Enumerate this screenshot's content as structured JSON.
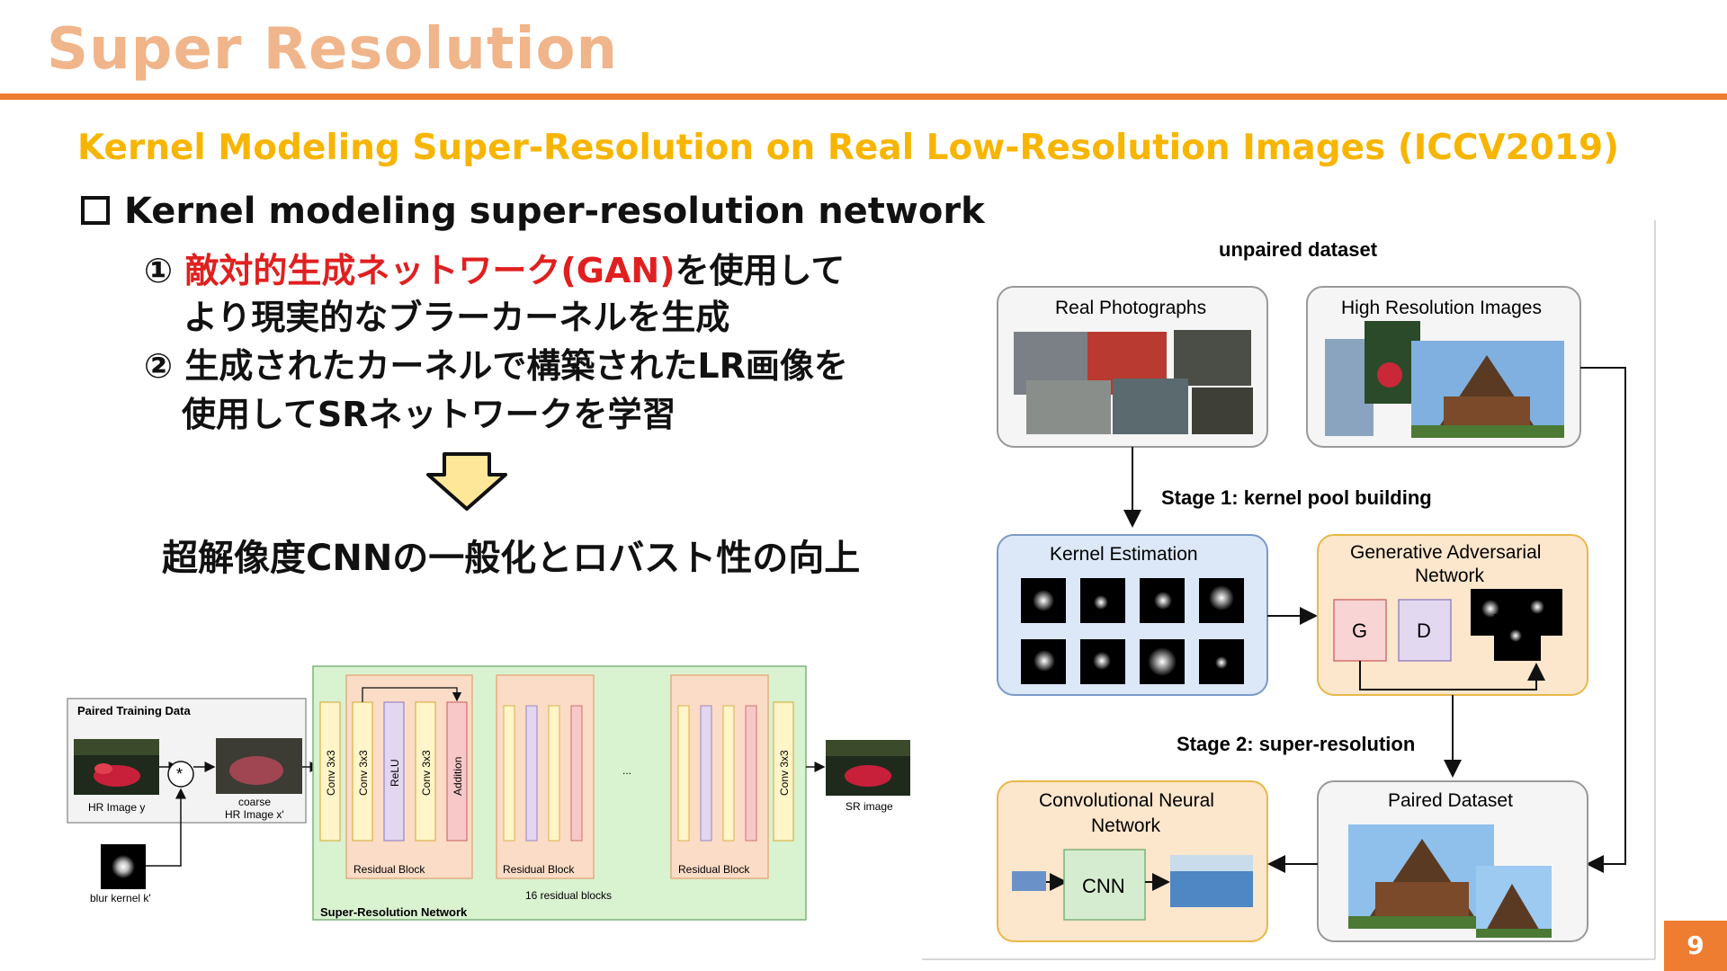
{
  "slide": {
    "title": "Super Resolution",
    "subtitle": "Kernel Modeling Super-Resolution on Real Low-Resolution Images (ICCV2019)",
    "bullet_heading": "Kernel modeling super-resolution network",
    "point1_num": "①",
    "point1_red": "敵対的生成ネットワーク(GAN)",
    "point1_rest": "を使用して",
    "point1_line2": "より現実的なブラーカーネルを生成",
    "point2_num": "②",
    "point2_line1": "生成されたカーネルで構築されたLR画像を",
    "point2_line2": "使用してSRネットワークを学習",
    "result": "超解像度CNNの一般化とロバスト性の向上",
    "page_number": "9"
  },
  "left_diagram": {
    "paired_training_data": "Paired Training Data",
    "hr_image": "HR Image y",
    "coarse": "coarse",
    "coarse_hr": "HR Image x'",
    "blur_kernel": "blur kernel k'",
    "conv": "Conv 3x3",
    "relu": "ReLU",
    "addition": "Addition",
    "residual_block": "Residual Block",
    "ellipsis": "...",
    "residual_count": "16 residual blocks",
    "network": "Super-Resolution Network",
    "sr_image": "SR image",
    "operator": "*"
  },
  "right_diagram": {
    "unpaired": "unpaired dataset",
    "real_photos": "Real Photographs",
    "hr_images": "High Resolution Images",
    "stage1": "Stage 1: kernel pool building",
    "kernel_estimation": "Kernel Estimation",
    "gan_line1": "Generative Adversarial",
    "gan_line2": "Network",
    "g": "G",
    "d": "D",
    "stage2": "Stage 2: super-resolution",
    "cnn_line1": "Convolutional Neural",
    "cnn_line2": "Network",
    "cnn": "CNN",
    "paired_dataset": "Paired Dataset"
  },
  "colors": {
    "accent": "#ee7d31",
    "title": "#f0b58a",
    "subtitle": "#f7b500",
    "highlight": "#e02020"
  }
}
